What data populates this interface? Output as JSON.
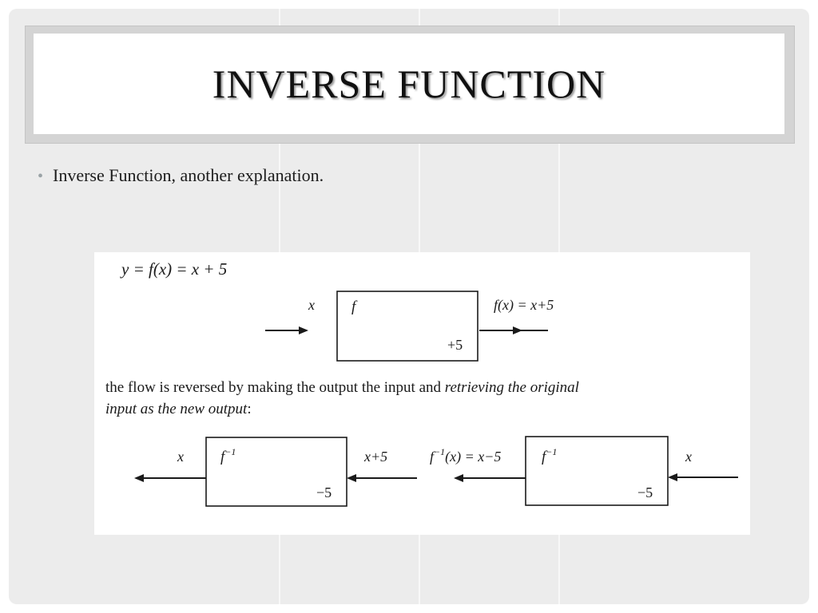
{
  "title": "INVERSE FUNCTION",
  "bullet": "Inverse Function, another explanation.",
  "figure": {
    "equation": "y = f(x) = x + 5",
    "top": {
      "input": "x",
      "box_name": "f",
      "box_op": "+5",
      "output": "f(x) = x+5"
    },
    "caption_normal_1": "the flow is reversed by making the output the input and ",
    "caption_italic_1": "retrieving the original",
    "caption_italic_2": "input as the new output",
    "caption_normal_2": ":",
    "bottom_left": {
      "output": "x",
      "box_name": "f",
      "box_sup": "−1",
      "box_op": "−5",
      "input": "x+5"
    },
    "bottom_right": {
      "output_pre": "f",
      "output_sup": "−1",
      "output_post": "(x) = x−5",
      "box_name": "f",
      "box_sup": "−1",
      "box_op": "−5",
      "input": "x"
    }
  }
}
